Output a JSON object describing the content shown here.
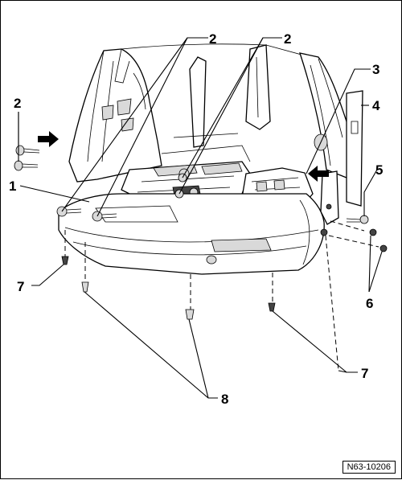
{
  "diagram": {
    "reference_code": "N63-10206",
    "callouts": [
      {
        "id": "c2a",
        "label": "2"
      },
      {
        "id": "c2b",
        "label": "2"
      },
      {
        "id": "c2c",
        "label": "2"
      },
      {
        "id": "c3",
        "label": "3"
      },
      {
        "id": "c4",
        "label": "4"
      },
      {
        "id": "c1",
        "label": "1"
      },
      {
        "id": "c5",
        "label": "5"
      },
      {
        "id": "c6",
        "label": "6"
      },
      {
        "id": "c7a",
        "label": "7"
      },
      {
        "id": "c7b",
        "label": "7"
      },
      {
        "id": "c8",
        "label": "8"
      }
    ]
  }
}
